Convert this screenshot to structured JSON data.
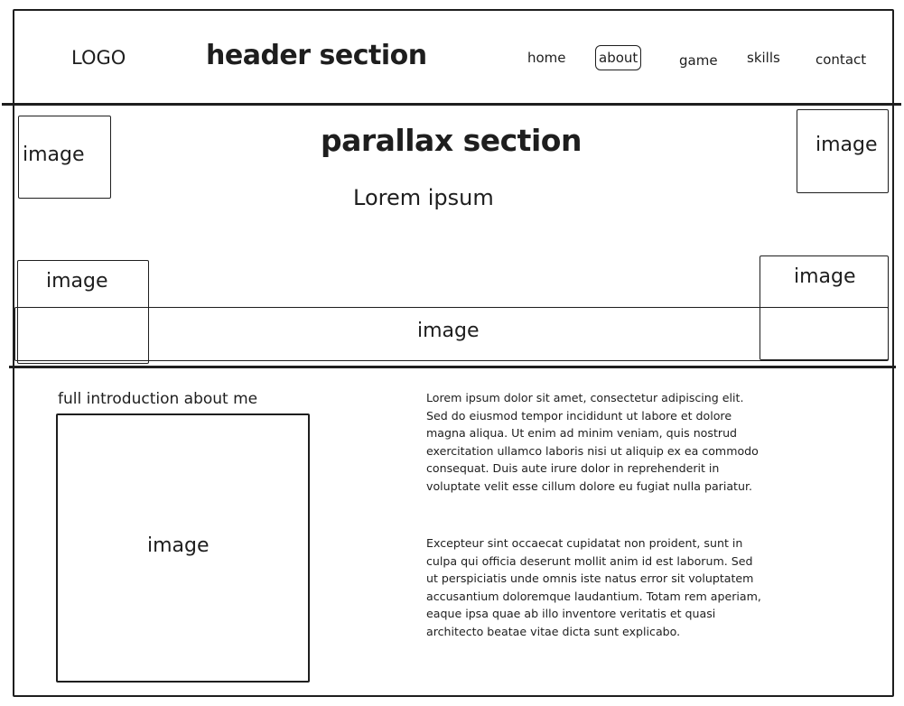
{
  "header": {
    "logo": "LOGO",
    "title": "header section",
    "nav": [
      {
        "label": "home"
      },
      {
        "label": "about",
        "active": true
      },
      {
        "label": "game"
      },
      {
        "label": "skills"
      },
      {
        "label": "contact"
      }
    ]
  },
  "parallax": {
    "title": "parallax section",
    "subtitle": "Lorem ipsum",
    "image_label": "image"
  },
  "intro": {
    "heading": "full introduction about me",
    "image_label": "image",
    "paragraphs": [
      "Lorem ipsum dolor sit amet, consectetur adipiscing elit. Sed do eiusmod tempor incididunt ut labore et dolore magna aliqua. Ut enim ad minim veniam, quis nostrud exercitation ullamco laboris nisi ut aliquip ex ea commodo consequat. Duis aute irure dolor in reprehenderit in voluptate velit esse cillum dolore eu fugiat nulla pariatur.",
      "Excepteur sint occaecat cupidatat non proident, sunt in culpa qui officia deserunt mollit anim id est laborum. Sed ut perspiciatis unde omnis iste natus error sit voluptatem accusantium doloremque laudantium. Totam rem aperiam, eaque ipsa quae ab illo inventore veritatis et quasi architecto beatae vitae dicta sunt explicabo."
    ]
  }
}
